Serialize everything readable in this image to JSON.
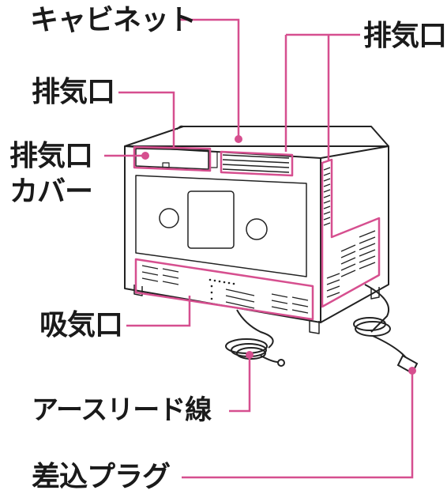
{
  "labels": {
    "cabinet": "キャビネット",
    "exhaust_top": "排気口",
    "exhaust_left": "排気口",
    "exhaust_cover_line1": "排気口",
    "exhaust_cover_line2": "カバー",
    "intake": "吸気口",
    "earth_lead": "アースリード線",
    "plug": "差込プラグ"
  },
  "colors": {
    "leader": "#d64f8f",
    "outline": "#222222",
    "text": "#1a1a1a"
  }
}
